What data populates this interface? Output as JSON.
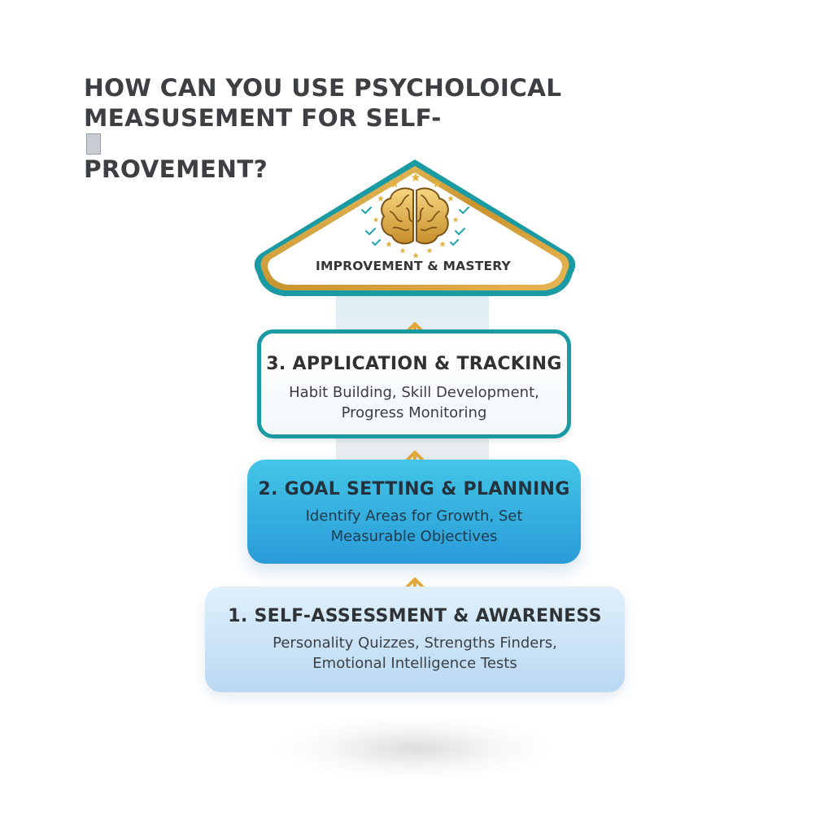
{
  "title": {
    "line1": "HOW CAN YOU USE PSYCHOLOICAL",
    "line2_start": "MEASUSEMENT FOR SELF-",
    "line2_end": "PROVEMENT?"
  },
  "peak": {
    "label": "IMPROVEMENT & MASTERY",
    "icon": "brain-icon",
    "decorations": [
      "star-icon",
      "check-icon"
    ]
  },
  "steps": [
    {
      "title": "3. APPLICATION & TRACKING",
      "desc_line1": "Habit Building, Skill Development,",
      "desc_line2": "Progress Monitoring"
    },
    {
      "title": "2. GOAL SETTING & PLANNING",
      "desc_line1": "Identify Areas for Growth, Set",
      "desc_line2": "Measurable Objectives"
    },
    {
      "title": "1. SELF-ASSESSMENT & AWARENESS",
      "desc_line1": "Personality Quizzes, Strengths Finders,",
      "desc_line2": "Emotional Intelligence Tests"
    }
  ],
  "colors": {
    "teal": "#1a9aa2",
    "gold": "#c9932d",
    "blue": "#2a9bd9",
    "light_blue": "#b9d8f2",
    "text": "#3d3f42"
  }
}
